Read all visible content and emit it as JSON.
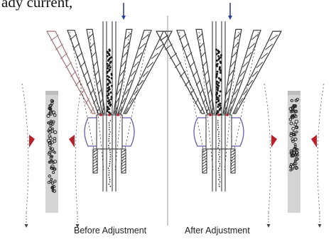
{
  "top_text_fragment": "ady current,",
  "captions": {
    "before": "Before Adjustment",
    "after": "After Adjustment"
  },
  "colors": {
    "line": "#2b2b2b",
    "funnel": "#3a3a3a",
    "funnel_faded": "#a07070",
    "ring": "#6a5aa8",
    "nozzle": "#b8202c",
    "column": "#d4d4d4",
    "arrow": "#2d3fa0"
  }
}
